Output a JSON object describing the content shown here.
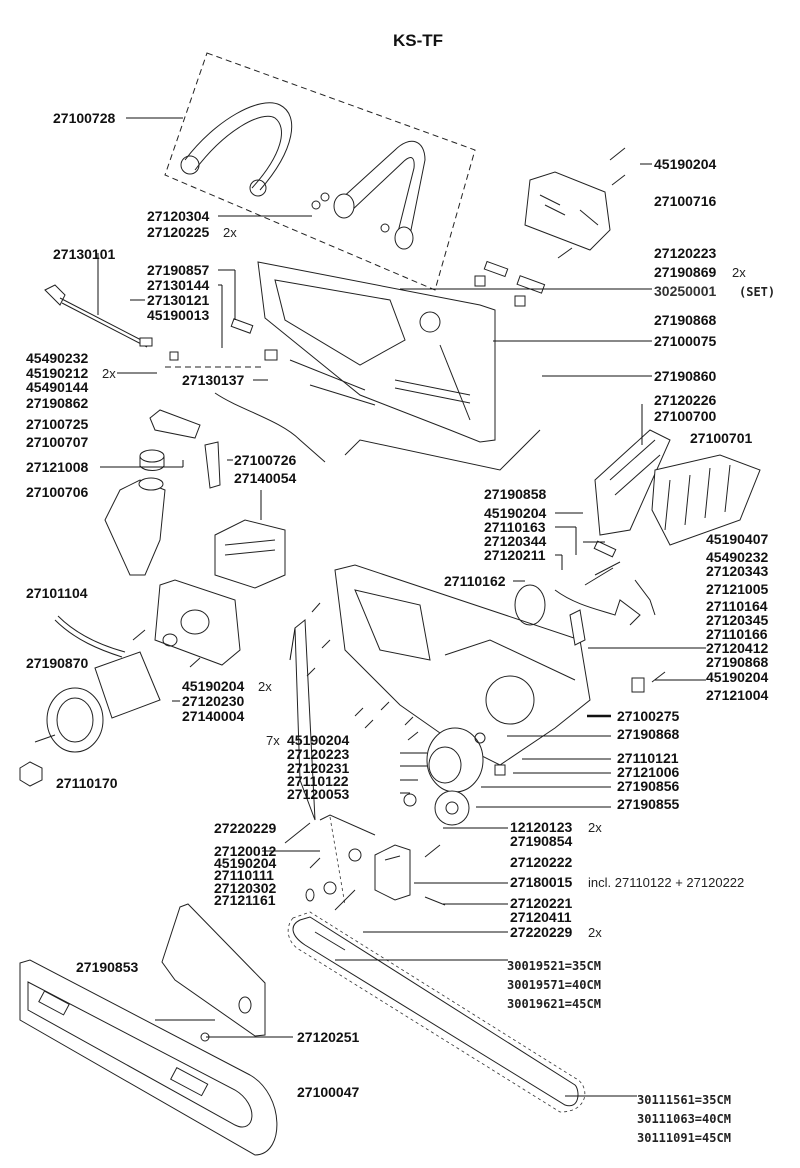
{
  "title": "KS-TF",
  "labels": {
    "front_handle": "27100728",
    "handle_screw_a": "27120304",
    "handle_screw_b": "27120225",
    "handle_screw_b_qty": "2x",
    "cover_screw": "45190204",
    "top_cover": "27100716",
    "cable": "27130101",
    "g1_a": "27190857",
    "g1_b": "27130144",
    "g1_c": "27130121",
    "g1_d": "45190013",
    "g2_a": "45490232",
    "g2_b": "45190212",
    "g2_b_qty": "2x",
    "g2_c": "45490144",
    "g2_d": "27190862",
    "cable_clip": "27130137",
    "g3_a": "27100725",
    "g3_b": "27100707",
    "oil_cap": "27121008",
    "bracket_a": "27100726",
    "bracket_b": "27140054",
    "oil_tank": "27100706",
    "r1_a": "27120223",
    "r1_b": "27190869",
    "r1_b_qty": "2x",
    "r1_set": "30250001",
    "r1_set_note": "(SET)",
    "r2": "27190868",
    "housing_half": "27100075",
    "r3": "27190860",
    "r4_a": "27120226",
    "r4_b": "27100700",
    "hand_guard": "27100701",
    "m1": "27190858",
    "m2_a": "45190204",
    "m2_b": "27110163",
    "m2_c": "27120344",
    "m2_d": "27120211",
    "spring": "27110162",
    "r5_a": "45190407",
    "r5_b": "45490232",
    "r5_c": "27120343",
    "r5_d": "27121005",
    "r5_e": "27110164",
    "r5_f": "27120345",
    "r5_g": "27110166",
    "r5_h": "27120412",
    "r5_i": "27190868",
    "r5_j": "45190204",
    "r5_k": "27121004",
    "motor_housing": "27101104",
    "hose": "27190870",
    "mot_a": "45190204",
    "mot_a_qty": "2x",
    "mot_b": "27120230",
    "mot_c": "27140004",
    "pinion": "27110170",
    "c1_qty": "7x",
    "c1_a": "45190204",
    "c1_b": "27120223",
    "c1_c": "27120231",
    "c1_d": "27110122",
    "c1_e": "27120053",
    "r6_a": "27100275",
    "r6_b": "27190868",
    "r6_c": "27110121",
    "r6_d": "27121006",
    "r6_e": "27190856",
    "r6_f": "27190855",
    "r6_g": "12120123",
    "r6_g_qty": "2x",
    "r6_h": "27190854",
    "r6_i": "27120222",
    "r6_j": "27180015",
    "r6_j_note": "incl. 27110122 + 27120222",
    "r6_k": "27120221",
    "r6_l": "27120411",
    "r6_m": "27220229",
    "r6_m_qty": "2x",
    "l1_a": "27220229",
    "l1_b": "27120012",
    "l1_c": "45190204",
    "l1_d": "27110111",
    "l1_e": "27120302",
    "l1_f": "27121161",
    "chain_guard": "27190853",
    "guard_nut": "27120251",
    "bar_cover": "27100047",
    "chain_1": "30019521=35CM",
    "chain_2": "30019571=40CM",
    "chain_3": "30019621=45CM",
    "bar_1": "30111561=35CM",
    "bar_2": "30111063=40CM",
    "bar_3": "30111091=45CM"
  }
}
